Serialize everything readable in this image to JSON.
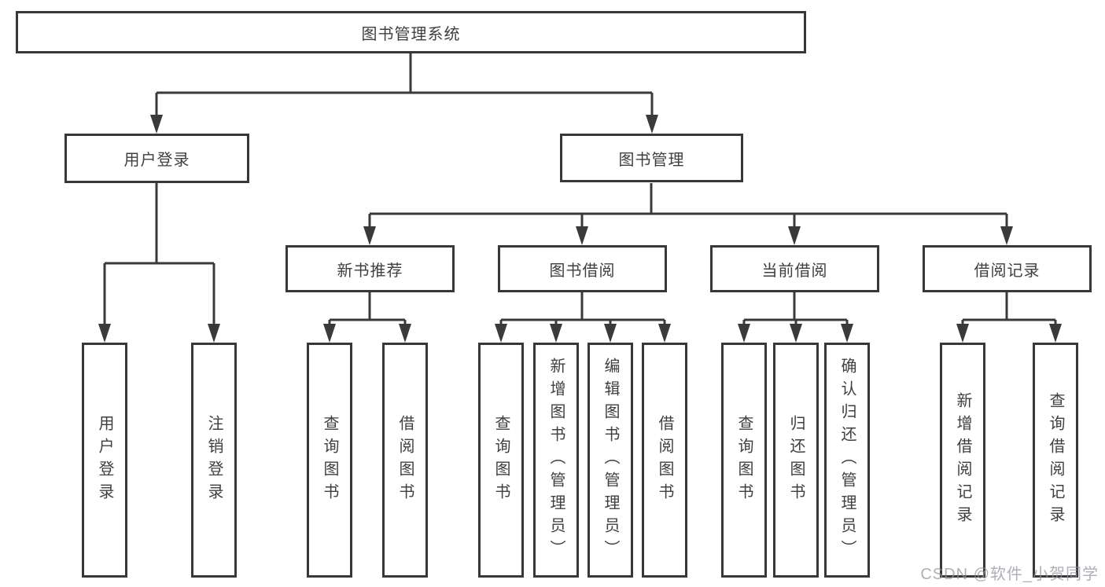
{
  "diagram": {
    "root": {
      "label": "图书管理系统"
    },
    "branches": [
      {
        "label": "用户登录",
        "children": [
          {
            "label": "用户登录"
          },
          {
            "label": "注销登录"
          }
        ]
      },
      {
        "label": "图书管理",
        "groups": [
          {
            "label": "新书推荐",
            "children": [
              {
                "label": "查询图书"
              },
              {
                "label": "借阅图书"
              }
            ]
          },
          {
            "label": "图书借阅",
            "children": [
              {
                "label": "查询图书"
              },
              {
                "label": "新增图书（管理员）"
              },
              {
                "label": "编辑图书（管理员）"
              },
              {
                "label": "借阅图书"
              }
            ]
          },
          {
            "label": "当前借阅",
            "children": [
              {
                "label": "查询图书"
              },
              {
                "label": "归还图书"
              },
              {
                "label": "确认归还（管理员）"
              }
            ]
          },
          {
            "label": "借阅记录",
            "children": [
              {
                "label": "新增借阅记录"
              },
              {
                "label": "查询借阅记录"
              }
            ]
          }
        ]
      }
    ]
  },
  "watermark": "CSDN @软件_小贺同学",
  "colors": {
    "line": "#3a3a3a",
    "border": "#383838",
    "text": "#3f3f3f",
    "watermark": "#8d9299",
    "background": "#ffffff"
  }
}
